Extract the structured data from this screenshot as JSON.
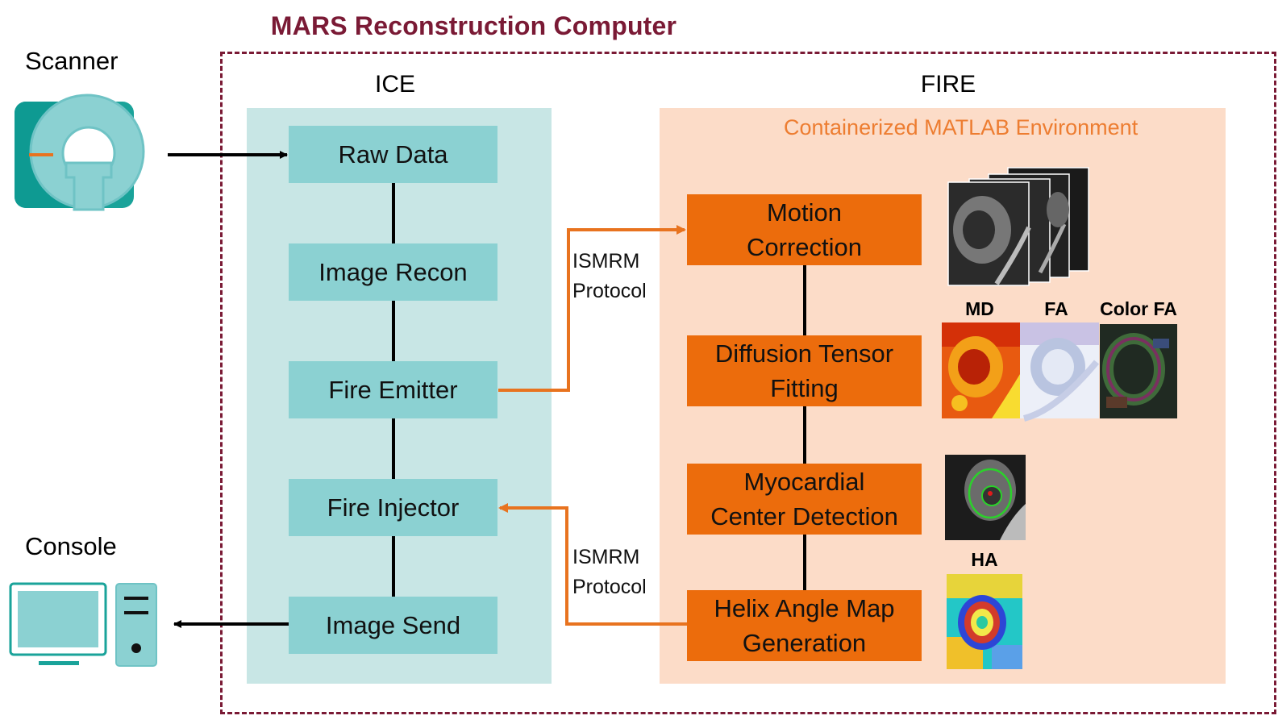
{
  "title": "MARS Reconstruction Computer",
  "left": {
    "scanner_label": "Scanner",
    "console_label": "Console"
  },
  "ice": {
    "header": "ICE",
    "steps": [
      "Raw Data",
      "Image Recon",
      "Fire Emitter",
      "Fire Injector",
      "Image Send"
    ]
  },
  "fire": {
    "header": "FIRE",
    "environment": "Containerized MATLAB Environment",
    "steps": [
      {
        "line1": "Motion",
        "line2": "Correction"
      },
      {
        "line1": "Diffusion Tensor",
        "line2": "Fitting"
      },
      {
        "line1": "Myocardial",
        "line2": "Center Detection"
      },
      {
        "line1": "Helix Angle Map",
        "line2": "Generation"
      }
    ]
  },
  "protocol": {
    "line1": "ISMRM",
    "line2": "Protocol"
  },
  "image_labels": {
    "md": "MD",
    "fa": "FA",
    "color_fa": "Color FA",
    "ha": "HA"
  },
  "colors": {
    "title": "#7a1a35",
    "ice_panel": "#c8e6e5",
    "ice_box": "#8bd1d2",
    "fire_panel": "#fcdcc8",
    "fire_box": "#ec6c0c",
    "orange_arrow": "#e8731f",
    "environment_text": "#ed7d31"
  },
  "icons": {
    "scanner": "mri-scanner-icon",
    "console": "desktop-computer-icon"
  }
}
